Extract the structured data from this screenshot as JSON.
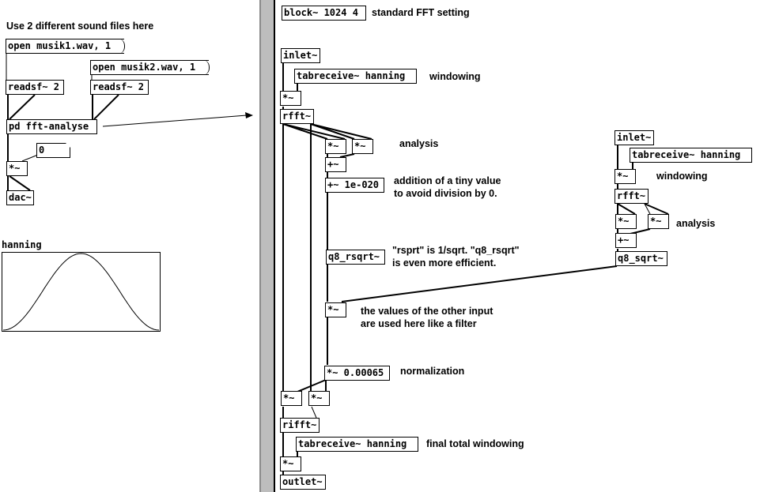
{
  "left_patch": {
    "title_comment": "Use 2 different sound files here",
    "msg1": "open musik1.wav, 1",
    "msg2": "open musik2.wav, 1",
    "readsf1": "readsf~ 2",
    "readsf2": "readsf~ 2",
    "subpatch": "pd fft-analyse",
    "number_box": "0",
    "multiply": "*~",
    "dac": "dac~",
    "array_name": "hanning"
  },
  "subpatch": {
    "block": "block~ 1024 4",
    "block_comment": "standard FFT setting",
    "main_chain": {
      "inlet": "inlet~",
      "tabreceive": "tabreceive~ hanning",
      "windowing_comment": "windowing",
      "mul_window": "*~",
      "rfft": "rfft~",
      "mul_re": "*~",
      "mul_im": "*~",
      "analysis_comment": "analysis",
      "add": "+~",
      "add_tiny": "+~ 1e-020",
      "tiny_comment_line1": "addition of a tiny value",
      "tiny_comment_line2": "to avoid division by 0.",
      "rsqrt": "q8_rsqrt~",
      "rsqrt_comment_line1": "\"rsprt\" is 1/sqrt. \"q8_rsqrt\"",
      "rsqrt_comment_line2": "is even more efficient.",
      "mul_filter": "*~",
      "filter_comment_line1": "the values of the other input",
      "filter_comment_line2": "are used here like a filter",
      "mul_norm": "*~ 0.00065",
      "norm_comment": "normalization",
      "mul_out_re": "*~",
      "mul_out_im": "*~",
      "rifft": "rifft~",
      "tabreceive_final": "tabreceive~ hanning",
      "final_comment": "final total windowing",
      "mul_final": "*~",
      "outlet": "outlet~"
    },
    "side_chain": {
      "inlet": "inlet~",
      "tabreceive": "tabreceive~ hanning",
      "windowing_comment": "windowing",
      "mul_window": "*~",
      "rfft": "rfft~",
      "mul_re": "*~",
      "mul_im": "*~",
      "analysis_comment": "analysis",
      "add": "+~",
      "sqrt": "q8_sqrt~"
    }
  },
  "hanning_array": {
    "name": "hanning",
    "shape": "hann window",
    "points": 64,
    "ylim": [
      0,
      1
    ]
  }
}
